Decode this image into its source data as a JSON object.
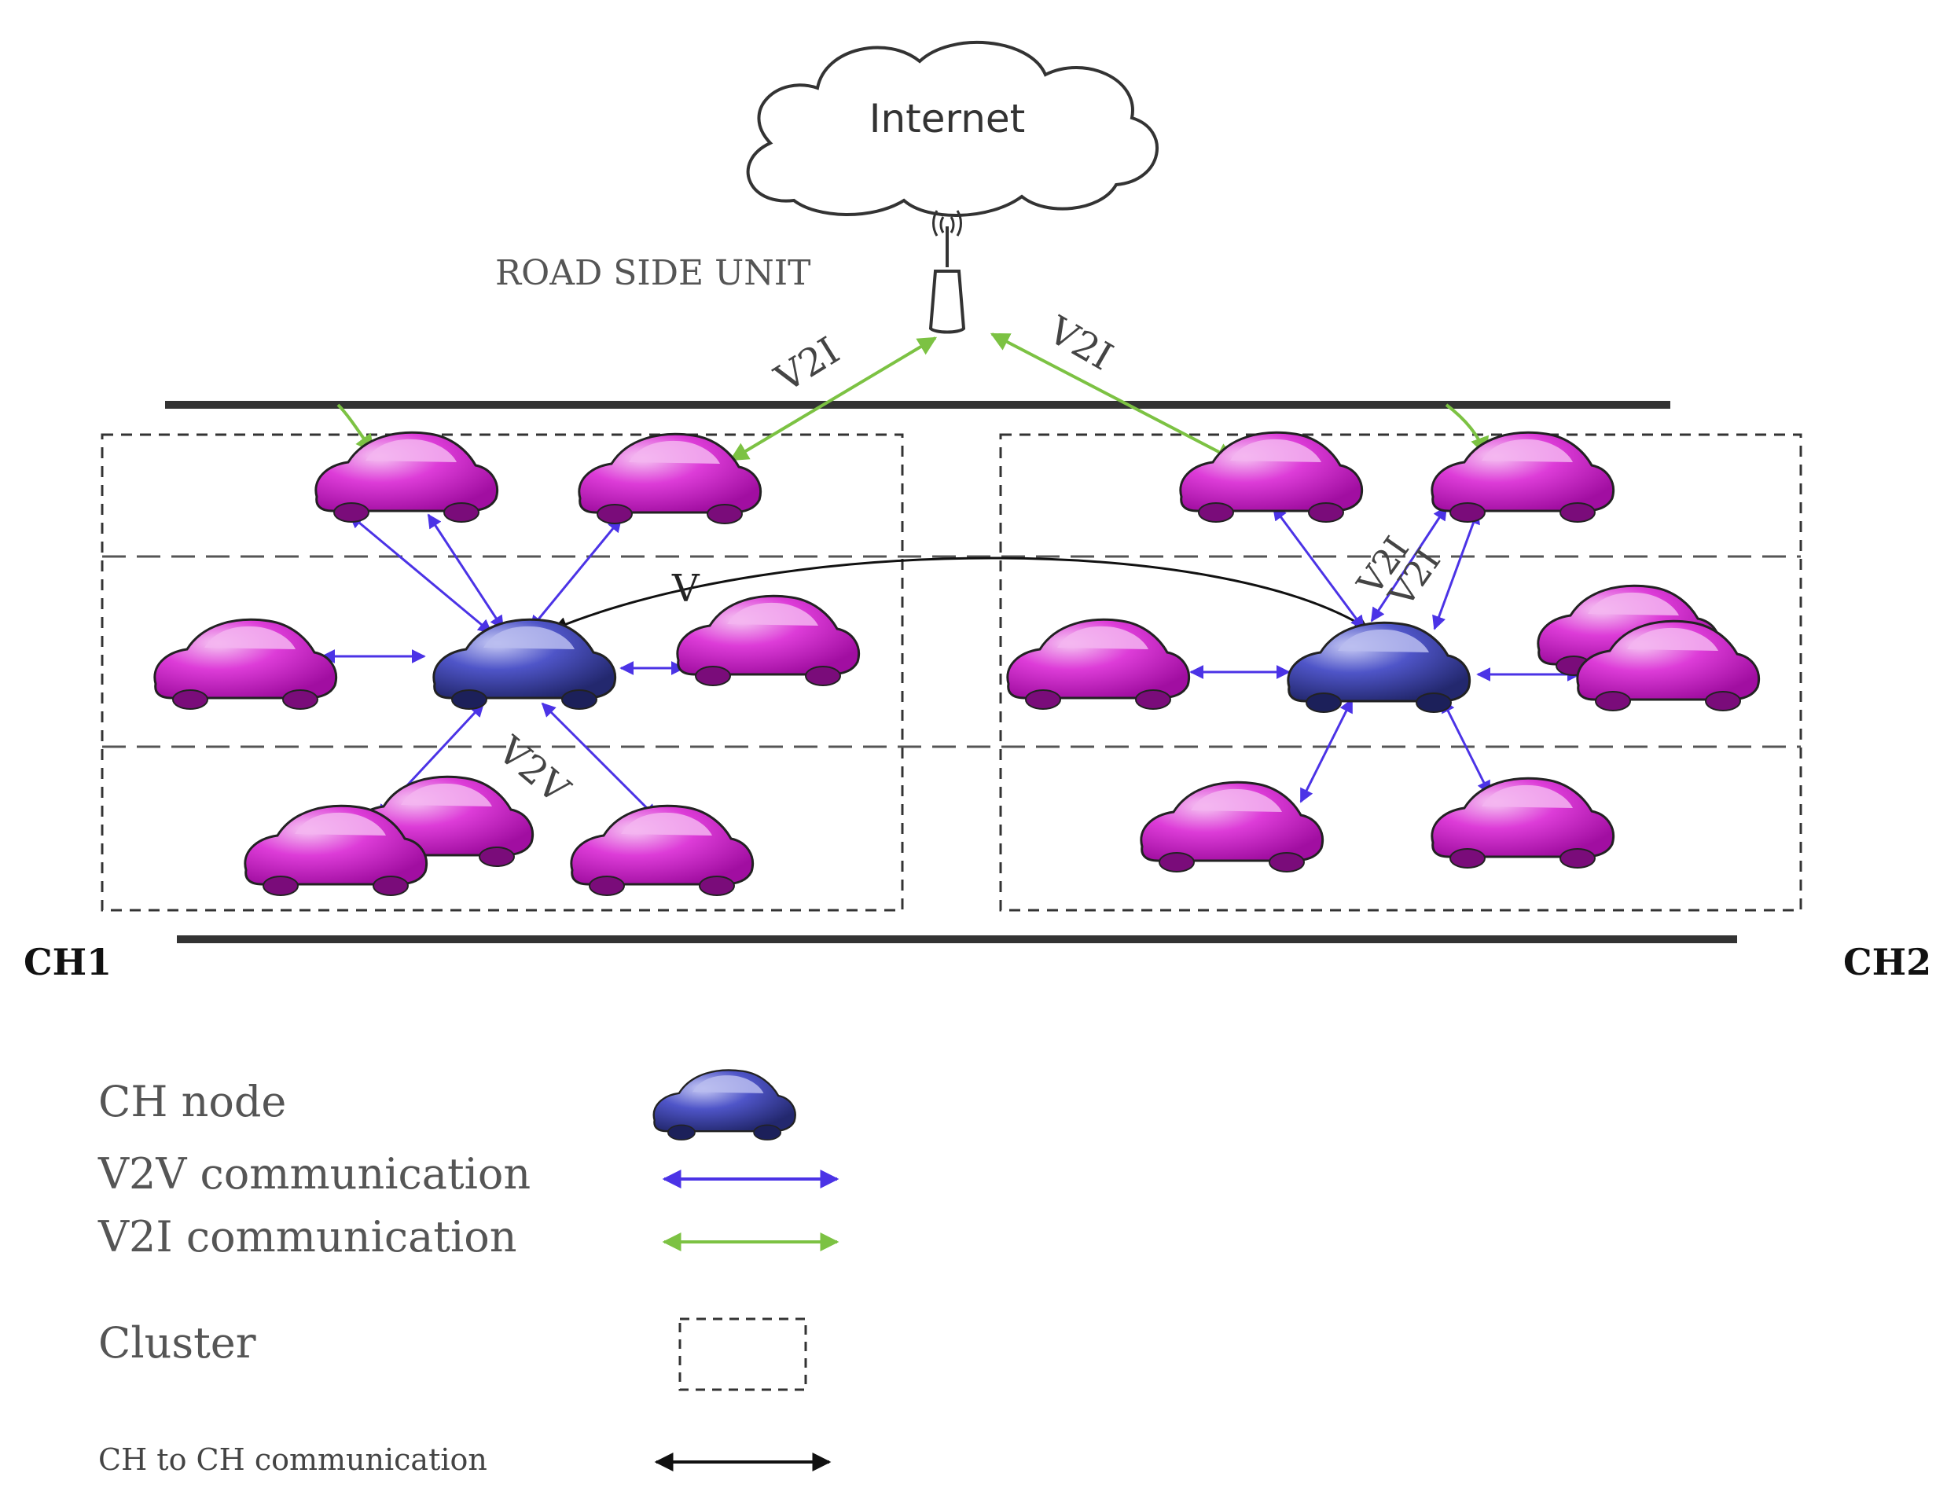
{
  "cloud": {
    "label": "Internet"
  },
  "rsu": {
    "label": "ROAD SIDE UNIT"
  },
  "link_labels": {
    "v2i_left": "V2I",
    "v2i_right": "V2I",
    "v2v": "V2V",
    "v2i_cluster2_a": "V2I",
    "v2i_cluster2_b": "V2I",
    "ch_link_partial": "V"
  },
  "cluster_labels": {
    "ch1": "CH1",
    "ch2": "CH2"
  },
  "legend": {
    "ch_node": "CH node",
    "v2v": "V2V communication",
    "v2i": "V2I communication",
    "cluster": "Cluster",
    "ch_to_ch": "CH to CH communication"
  },
  "colors": {
    "vehicle": "#cc1fc9",
    "vehicle_highlight": "#f3b4f0",
    "ch_node": "#3a3fa8",
    "ch_highlight": "#b9bcef",
    "v2v": "#4b33e6",
    "v2i": "#7cc243",
    "ch_link": "#111111",
    "road": "#333333",
    "cluster_border": "#333333"
  }
}
